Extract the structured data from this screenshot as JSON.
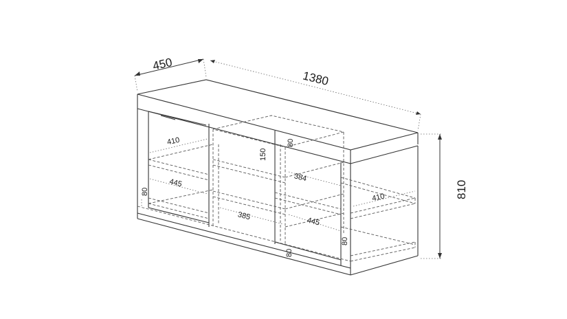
{
  "dimensions": {
    "depth": "450",
    "width": "1380",
    "height": "810",
    "shelf_depth_left": "410",
    "inner_depth_left": "445",
    "plinth_left": "80",
    "drawer_front_height": "150",
    "drawer_gap_top": "80",
    "drawer_depth": "384",
    "drawer_width": "385",
    "inner_depth_right": "445",
    "shelf_depth_right": "410",
    "plinth_right": "80",
    "plinth_bottom": "80"
  },
  "colors": {
    "line": "#333333",
    "dashed": "#555555",
    "text": "#1a1a1a"
  }
}
